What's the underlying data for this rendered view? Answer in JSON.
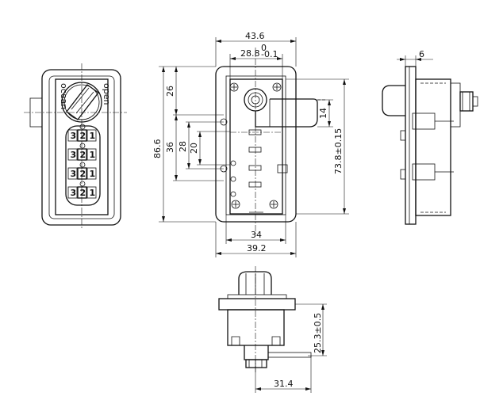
{
  "front_view": {
    "wheels": [
      {
        "digits": [
          "3",
          "2",
          "1"
        ]
      },
      {
        "digits": [
          "3",
          "2",
          "1"
        ]
      },
      {
        "digits": [
          "3",
          "2",
          "1"
        ]
      },
      {
        "digits": [
          "3",
          "2",
          "1"
        ]
      }
    ],
    "dial_text_left": "ocean",
    "dial_text_right": "open"
  },
  "dimensions": {
    "top_width": "43.6",
    "slot_width": "28.8",
    "slot_tol_upper": "0",
    "slot_tol_lower": "-0.1",
    "height_overall": "86.6",
    "upper_offset": "26",
    "lower_span": "36",
    "bracket_height": "28",
    "inner_height": "20",
    "bolt_height": "14",
    "housing_height": "73.8±0.15",
    "bottom_inner": "34",
    "bottom_outer": "39.2",
    "side_top": "6",
    "bottom_vertical": "25.3±0.5",
    "bottom_horizontal": "31.4"
  }
}
